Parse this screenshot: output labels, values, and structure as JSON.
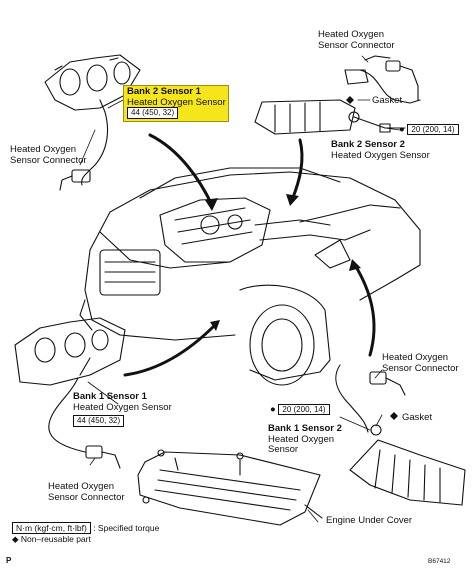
{
  "callouts": {
    "b2s1_title": "Bank 2 Sensor 1",
    "b2s1_name": "Heated Oxygen Sensor",
    "b2s1_torque": "44 (450, 32)",
    "conn_top_right_line1": "Heated Oxygen",
    "conn_top_right_line2": "Sensor Connector",
    "gasket_top": "Gasket",
    "torque_top_right": "20 (200, 14)",
    "b2s2_title": "Bank 2 Sensor 2",
    "b2s2_name": "Heated Oxygen Sensor",
    "conn_left_line1": "Heated Oxygen",
    "conn_left_line2": "Sensor Connector",
    "conn_mid_right_line1": "Heated Oxygen",
    "conn_mid_right_line2": "Sensor Connector",
    "b1s1_title": "Bank 1 Sensor 1",
    "b1s1_name": "Heated Oxygen Sensor",
    "b1s1_torque": "44 (450, 32)",
    "torque_bottom_right": "20 (200, 14)",
    "gasket_bottom": "Gasket",
    "b1s2_title": "Bank 1 Sensor 2",
    "b1s2_name_line1": "Heated Oxygen",
    "b1s2_name_line2": "Sensor",
    "conn_bottom_left_line1": "Heated Oxygen",
    "conn_bottom_left_line2": "Sensor Connector",
    "under_cover": "Engine Under Cover"
  },
  "legend": {
    "torque_unit": "N·m (kgf·cm, ft·lbf)",
    "torque_desc": ": Specified torque",
    "nonreusable_desc": "Non–reusable part"
  },
  "footer": {
    "page_mark": "P",
    "figure_id": "B67412"
  },
  "colors": {
    "highlight": "#f5e51b",
    "ink": "#111111"
  },
  "icons": {
    "non_reusable": "diamond-icon"
  }
}
